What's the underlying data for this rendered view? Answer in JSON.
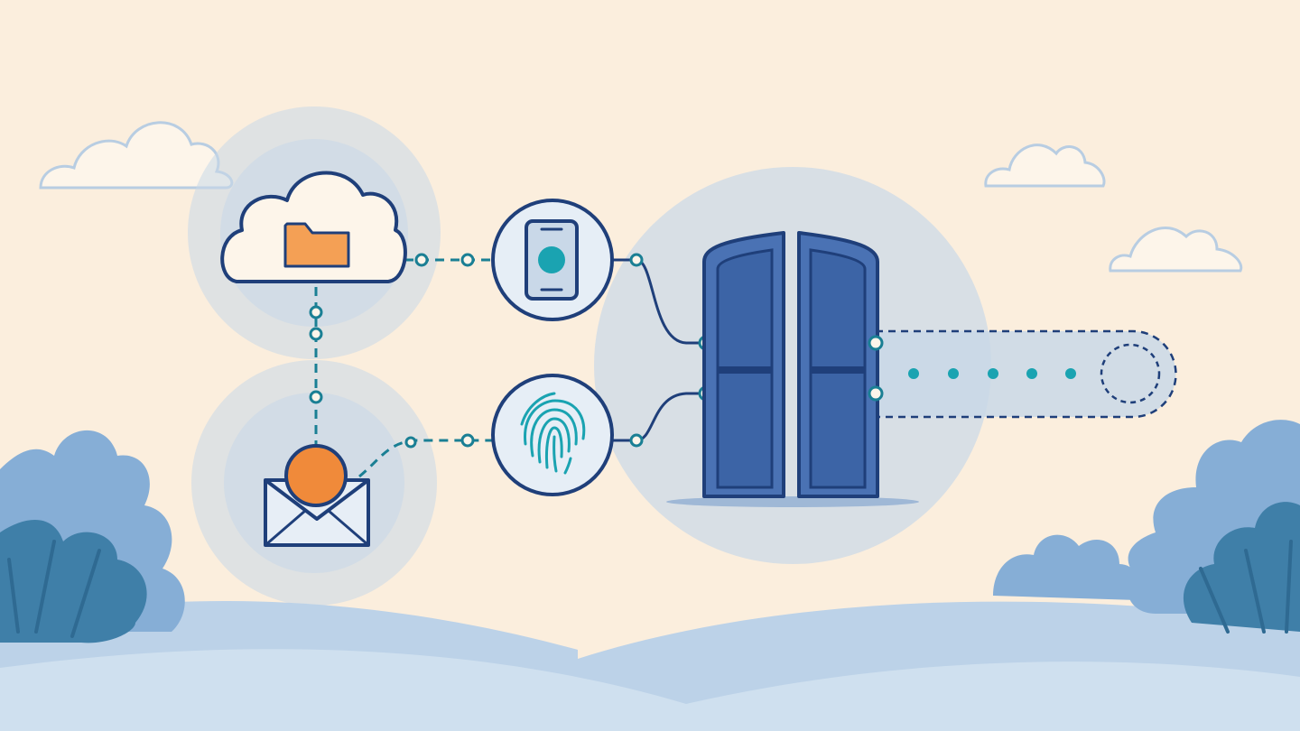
{
  "palette": {
    "background": "#fbeedd",
    "halo": "#c9d8e8",
    "outline": "#1f3f7a",
    "accent_teal": "#1aa3b1",
    "folder_orange": "#f4a055",
    "badge_orange": "#f08a3a",
    "gate_fill": "#4a72b4",
    "gate_dark": "#2c4f8c",
    "hill": "#c6d9ec",
    "bush_light": "#86aed6",
    "bush_dark": "#3f7fa8"
  },
  "nodes": [
    {
      "id": "cloud-storage",
      "icon": "cloud-folder-icon"
    },
    {
      "id": "email",
      "icon": "envelope-badge-icon"
    },
    {
      "id": "mobile",
      "icon": "smartphone-icon"
    },
    {
      "id": "biometric",
      "icon": "fingerprint-icon"
    },
    {
      "id": "gateway",
      "icon": "double-door-icon"
    },
    {
      "id": "access-token",
      "icon": "dotted-key-bar-icon"
    }
  ],
  "links": [
    {
      "from": "cloud-storage",
      "to": "mobile"
    },
    {
      "from": "cloud-storage",
      "to": "email"
    },
    {
      "from": "email",
      "to": "biometric"
    },
    {
      "from": "mobile",
      "to": "gateway"
    },
    {
      "from": "biometric",
      "to": "gateway"
    },
    {
      "from": "gateway",
      "to": "access-token"
    }
  ]
}
